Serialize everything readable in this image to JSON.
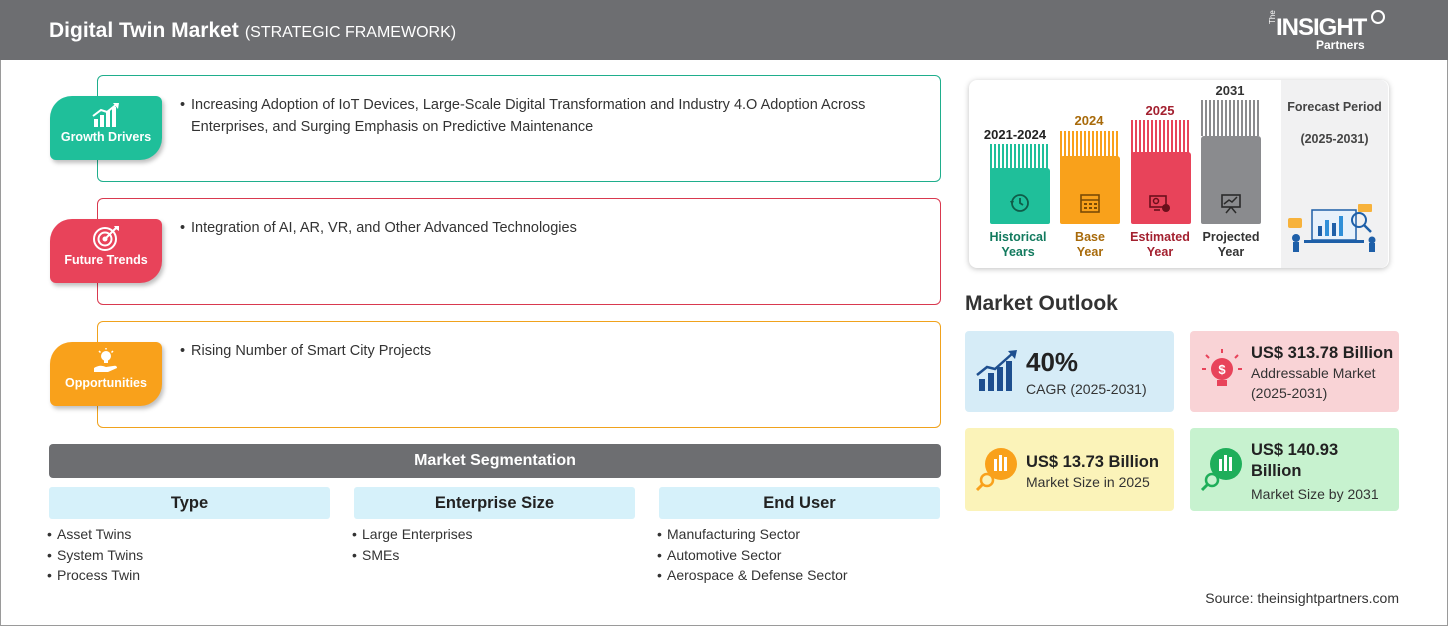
{
  "header": {
    "title": "Digital Twin Market",
    "subtitle": "(STRATEGIC FRAMEWORK)",
    "logo_the": "The",
    "logo_insight": "INSIGHT",
    "logo_partners": "Partners"
  },
  "rows": [
    {
      "label": "Growth Drivers",
      "color": "#1fbf9a",
      "icon": "growth-chart-icon",
      "text": "Increasing Adoption of IoT Devices, Large-Scale Digital Transformation and Industry 4.O Adoption Across Enterprises, and Surging Emphasis on Predictive Maintenance"
    },
    {
      "label": "Future Trends",
      "color": "#e8435a",
      "icon": "target-icon",
      "text": "Integration of AI, AR, VR, and Other Advanced Technologies"
    },
    {
      "label": "Opportunities",
      "color": "#f9a11b",
      "icon": "idea-hand-icon",
      "text": "Rising Number of Smart City Projects"
    }
  ],
  "segmentation": {
    "title": "Market Segmentation",
    "columns": [
      {
        "head": "Type",
        "items": [
          "Asset Twins",
          "System Twins",
          "Process Twin"
        ]
      },
      {
        "head": "Enterprise Size",
        "items": [
          "Large Enterprises",
          "SMEs"
        ]
      },
      {
        "head": "End User",
        "items": [
          "Manufacturing Sector",
          "Automotive Sector",
          "Aerospace & Defense Sector"
        ]
      }
    ]
  },
  "timeline": {
    "bars": [
      {
        "year": "2021-2024",
        "name1": "Historical",
        "name2": "Years",
        "color": "#1fbf9a",
        "text_color": "#127a5e",
        "icon": "history-icon"
      },
      {
        "year": "2024",
        "name1": "Base",
        "name2": "Year",
        "color": "#f9a11b",
        "text_color": "#a86a0a",
        "icon": "calendar-icon"
      },
      {
        "year": "2025",
        "name1": "Estimated",
        "name2": "Year",
        "color": "#e8435a",
        "text_color": "#a3202f",
        "icon": "gears-icon"
      },
      {
        "year": "2031",
        "name1": "Projected",
        "name2": "Year",
        "color": "#8a8b8e",
        "text_color": "#333333",
        "icon": "presentation-icon"
      }
    ],
    "forecast_label": "Forecast Period",
    "forecast_period": "(2025-2031)"
  },
  "outlook": {
    "title": "Market Outlook",
    "cards": [
      {
        "big": "40%",
        "small": "CAGR (2025-2031)",
        "bg": "#d6ecf7",
        "icon": "growth-chart-icon"
      },
      {
        "big": "US$ 313.78 Billion",
        "small": "Addressable Market (2025-2031)",
        "bg": "#f9d3d6",
        "icon": "lightbulb-dollar-icon"
      },
      {
        "big": "US$ 13.73 Billion",
        "small": "Market Size in 2025",
        "bg": "#fbf3b9",
        "icon": "coin-magnifier-icon"
      },
      {
        "big": "US$ 140.93 Billion",
        "small": "Market Size by 2031",
        "bg": "#c7f2cf",
        "icon": "coin-magnifier-icon"
      }
    ]
  },
  "source": "Source: theinsightpartners.com"
}
